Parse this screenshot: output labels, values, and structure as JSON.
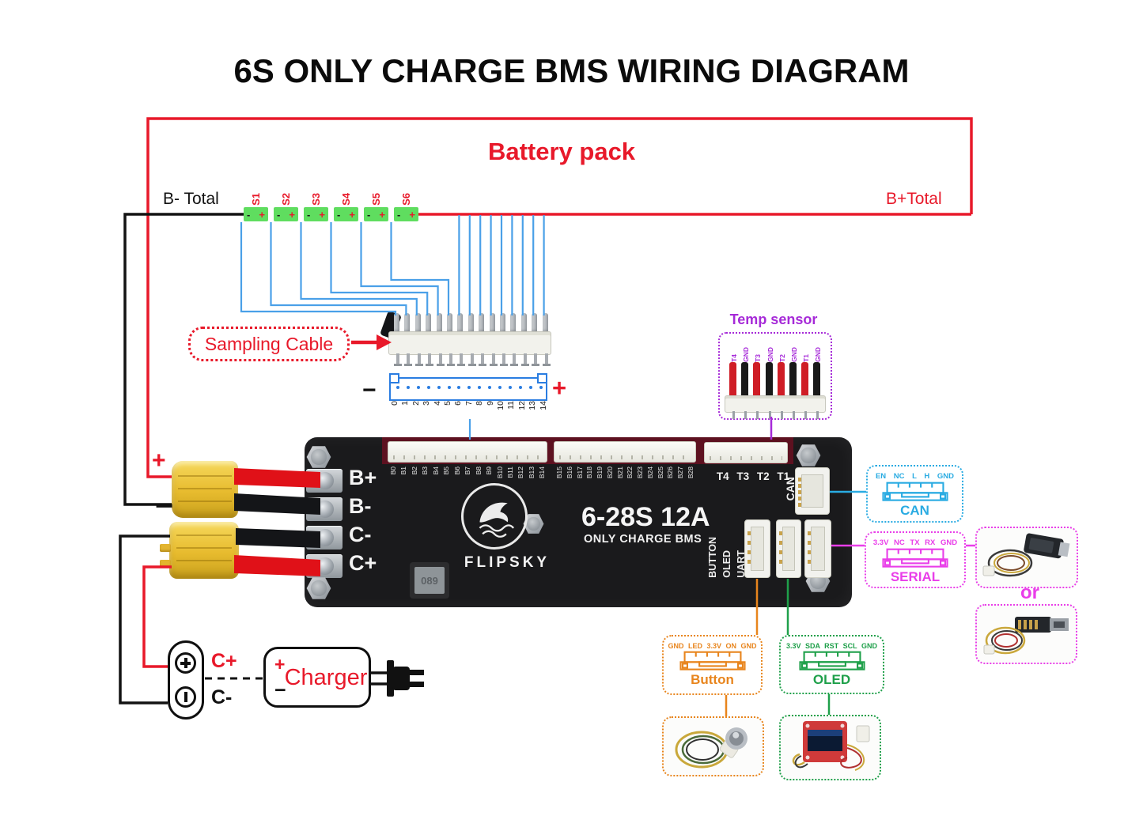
{
  "title": "6S ONLY CHARGE BMS WIRING DIAGRAM",
  "battery": {
    "label": "Battery pack",
    "b_minus_total": "B- Total",
    "b_plus_total": "B+Total",
    "cells": [
      "S1",
      "S2",
      "S3",
      "S4",
      "S5",
      "S6"
    ],
    "cell_minus": "-",
    "cell_plus": "+"
  },
  "sampling": {
    "label": "Sampling Cable",
    "minus": "−",
    "plus": "+",
    "pin_numbers": [
      "0",
      "1",
      "2",
      "3",
      "4",
      "5",
      "6",
      "7",
      "8",
      "9",
      "10",
      "11",
      "12",
      "13",
      "14"
    ]
  },
  "temp_sensor": {
    "label": "Temp sensor",
    "pins": [
      "T4",
      "GND",
      "T3",
      "GND",
      "T2",
      "GND",
      "T1",
      "GND"
    ]
  },
  "board": {
    "terminals": [
      "B+",
      "B-",
      "C-",
      "C+"
    ],
    "bank1_pins": [
      "B0",
      "B1",
      "B2",
      "B3",
      "B4",
      "B5",
      "B6",
      "B7",
      "B8",
      "B9",
      "B10",
      "B11",
      "B12",
      "B13",
      "B14"
    ],
    "bank2_pins": [
      "B15",
      "B16",
      "B17",
      "B18",
      "B19",
      "B20",
      "B21",
      "B22",
      "B23",
      "B24",
      "B25",
      "B26",
      "B27",
      "B28"
    ],
    "temp_header": "T4 T3 T2 T1",
    "can_port": "CAN",
    "side_ports": [
      "BUTTON",
      "OLED",
      "UART"
    ],
    "model": "6-28S 12A",
    "model_sub": "ONLY CHARGE BMS",
    "brand": "FLIPSKY",
    "inductor": "089"
  },
  "ports": {
    "can": {
      "pins": "EN NC L H GND",
      "title": "CAN"
    },
    "serial": {
      "pins": "3.3V NC TX RX GND",
      "title": "SERIAL"
    },
    "button": {
      "pins": "GND LED 3.3V ON GND",
      "title": "Button"
    },
    "oled": {
      "pins": "3.3V SDA RST SCL GND",
      "title": "OLED"
    }
  },
  "or_label": "or",
  "charge_port": {
    "c_plus": "C+",
    "c_minus": "C-"
  },
  "xt60": {
    "plus": "+",
    "minus": "−"
  },
  "charger": {
    "plus": "+",
    "label": "Charger",
    "minus": "−"
  },
  "colors": {
    "red": "#e8192a",
    "blue_wire": "#4aa0e8",
    "green_cell": "#5fdd5f",
    "purple": "#a62ad8",
    "cyan": "#29abe2",
    "magenta": "#e93ee9",
    "orange": "#e8851d",
    "green": "#1fa04a",
    "temp_wire_red": "#cf1d26",
    "temp_wire_black": "#191919"
  }
}
